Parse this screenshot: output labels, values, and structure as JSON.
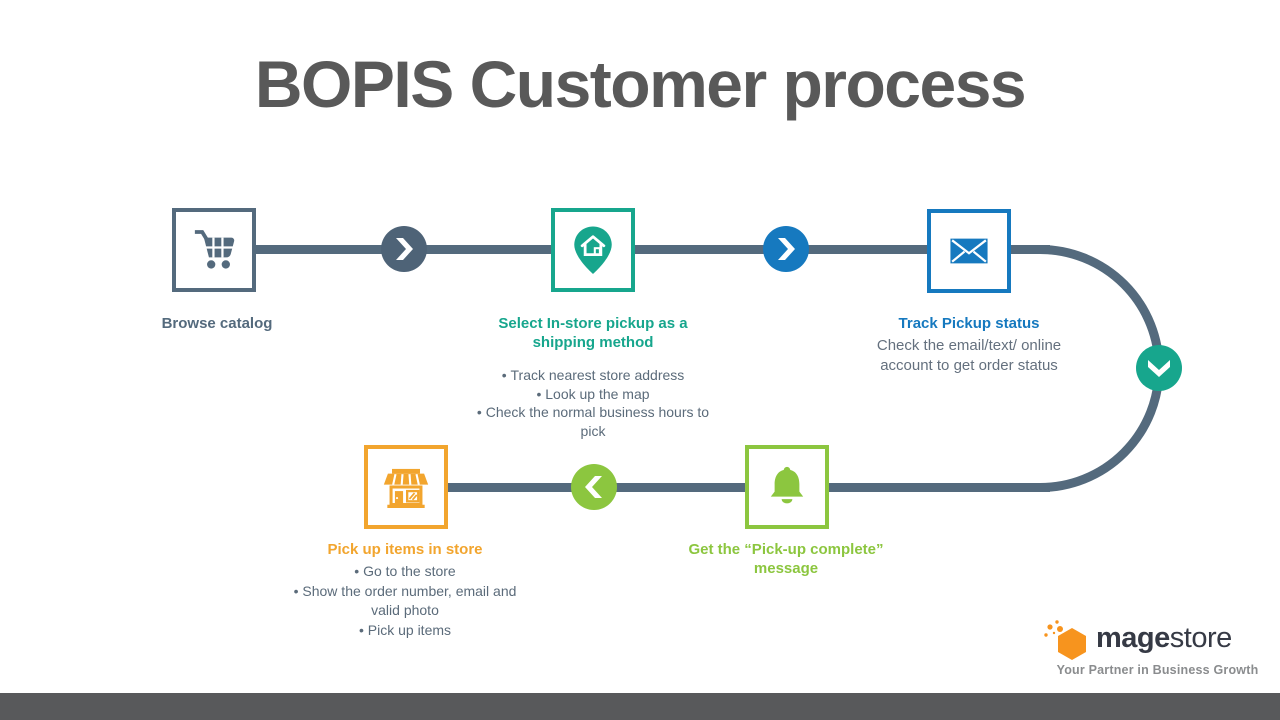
{
  "title": "BOPIS Customer process",
  "steps": [
    {
      "label": "Browse catalog",
      "icon": "shopping-cart-icon",
      "color": "#546A7D",
      "bullets": [],
      "desc": ""
    },
    {
      "label": "Select In-store pickup as a shipping method",
      "icon": "store-location-pin-icon",
      "color": "#17A68D",
      "bullets": [
        "Track nearest store address",
        "Look up the map",
        "Check the normal business hours to pick"
      ],
      "desc": ""
    },
    {
      "label": "Track Pickup status",
      "icon": "envelope-icon",
      "color": "#1679BF",
      "bullets": [],
      "desc": "Check the email/text/ online account to get order status"
    },
    {
      "label": "Get the “Pick-up complete” message",
      "icon": "bell-icon",
      "color": "#8CC63F",
      "bullets": [],
      "desc": ""
    },
    {
      "label": "Pick up items in store",
      "icon": "storefront-icon",
      "color": "#F2A52E",
      "bullets": [
        "Go to the store",
        "Show the order number, email and valid photo",
        "Pick up items"
      ],
      "desc": ""
    }
  ],
  "arrows": [
    {
      "icon": "chevron-right-icon",
      "color": "#4E6377"
    },
    {
      "icon": "chevron-right-icon",
      "color": "#1679BF"
    },
    {
      "icon": "chevron-down-icon",
      "color": "#17A68D"
    },
    {
      "icon": "chevron-left-icon",
      "color": "#8CC63F"
    }
  ],
  "logo": {
    "brand_bold": "mage",
    "brand_light": "store",
    "tagline": "Your Partner in Business Growth",
    "icon": "magestore-hexagon-icon",
    "hexagon_color": "#F7941E"
  },
  "colors": {
    "slate": "#546A7D",
    "teal": "#17A68D",
    "blue": "#1679BF",
    "green": "#8CC63F",
    "orange": "#F2A52E",
    "title_gray": "#595959",
    "body_text": "#5B6B7A",
    "footer_bar": "#58595B"
  }
}
